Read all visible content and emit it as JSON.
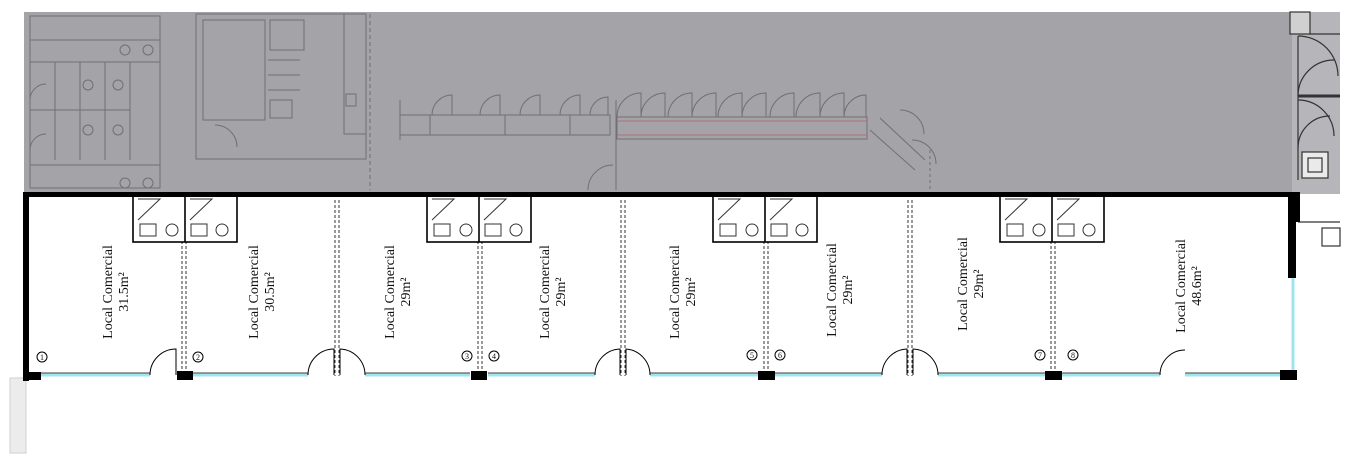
{
  "plan": {
    "units": [
      {
        "id": "unit-1",
        "label": "Local Comercial",
        "area": "31.5m²",
        "marker": "1"
      },
      {
        "id": "unit-2",
        "label": "Local Comercial",
        "area": "30.5m²",
        "marker": "2"
      },
      {
        "id": "unit-3",
        "label": "Local Comercial",
        "area": "29m²",
        "marker": "3"
      },
      {
        "id": "unit-4",
        "label": "Local Comercial",
        "area": "29m²",
        "marker": "4"
      },
      {
        "id": "unit-5",
        "label": "Local Comercial",
        "area": "29m²",
        "marker": "5"
      },
      {
        "id": "unit-6",
        "label": "Local Comercial",
        "area": "29m²",
        "marker": "6"
      },
      {
        "id": "unit-7",
        "label": "Local Comercial",
        "area": "29m²",
        "marker": "7"
      },
      {
        "id": "unit-8",
        "label": "Local Comercial",
        "area": "48.6m²",
        "marker": "8"
      }
    ],
    "colors": {
      "shaded_zone": "#a3a3a8",
      "wall": "#000000",
      "glazing": "#9fe4ef",
      "fixture": "#333333",
      "background": "#ffffff"
    }
  }
}
